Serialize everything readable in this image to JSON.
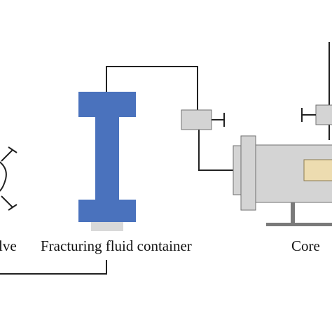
{
  "diagram": {
    "labels": {
      "valve": "lve",
      "container": "Fracturing fluid container",
      "core_holder": "Core"
    },
    "colors": {
      "container_body": "#4a72bd",
      "container_base": "#d9d9d9",
      "component_gray": "#d4d4d4",
      "component_stroke": "#707070",
      "core_sample": "#eddcb0",
      "pipe": "#222222"
    }
  }
}
